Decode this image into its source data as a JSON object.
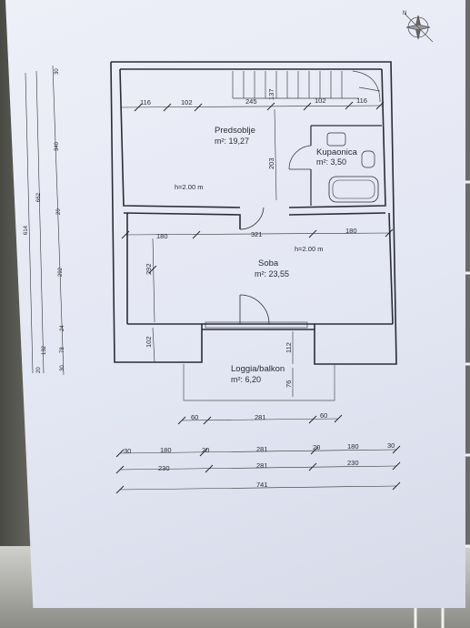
{
  "rooms": {
    "predsoblje": {
      "name": "Predsoblje",
      "area": "m²: 19,27"
    },
    "kupaonica": {
      "name": "Kupaonica",
      "area": "m²: 3,50"
    },
    "soba": {
      "name": "Soba",
      "area": "m²: 23,55"
    },
    "loggia": {
      "name": "Loggia/balkon",
      "area": "m²: 6,20"
    }
  },
  "heights": {
    "upper": "h=2.00 m",
    "lower": "h=2.00 m"
  },
  "dims": {
    "top_116": "116",
    "top_102a": "102",
    "top_245": "245",
    "top_137": "137",
    "top_102b": "102",
    "top_116b": "116",
    "v_203": "203",
    "mid_180a": "180",
    "mid_321": "321",
    "mid_180b": "180",
    "v_292": "292",
    "v_102": "102",
    "v_112": "112",
    "v_76": "76",
    "b1_60a": "60",
    "b1_281": "281",
    "b1_60b": "60",
    "b2_30a": "30",
    "b2_180a": "180",
    "b2_20a": "20",
    "b2_281": "281",
    "b2_20b": "20",
    "b2_180b": "180",
    "b2_30b": "30",
    "b3_230a": "230",
    "b3_281": "281",
    "b3_230b": "230",
    "b4_741": "741",
    "l_614": "614",
    "l_662": "662",
    "l_340": "340",
    "l_20a": "20",
    "l_292": "292",
    "l_24": "24",
    "l_132": "132",
    "l_78": "78",
    "l_30a": "30",
    "l_30b": "30",
    "l_20b": "20"
  },
  "compass": {
    "label": "N"
  }
}
